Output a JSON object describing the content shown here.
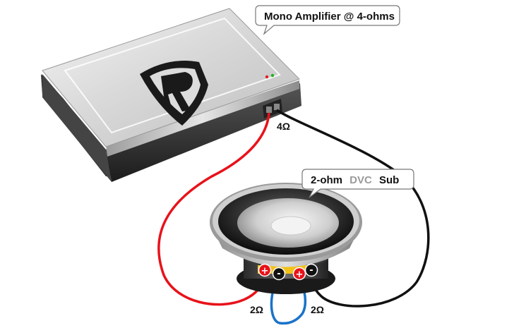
{
  "callouts": {
    "amplifier": "Mono Amplifier @ 4-ohms",
    "sub_prefix": "2-ohm",
    "sub_middle": "DVC",
    "sub_suffix": "Sub"
  },
  "labels": {
    "amp_impedance": "4Ω",
    "coil_left": "2Ω",
    "coil_right": "2Ω"
  },
  "terminals": {
    "positive": "+",
    "negative": "-"
  },
  "colors": {
    "positive_wire": "#e8121a",
    "negative_wire": "#111111",
    "jumper_wire": "#1b73c9"
  }
}
